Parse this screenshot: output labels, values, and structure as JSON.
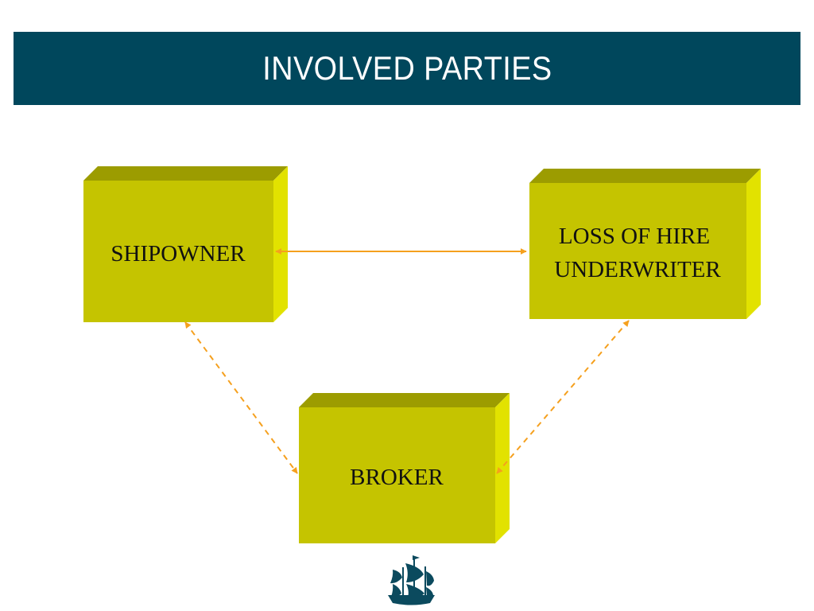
{
  "slide": {
    "title": "INVOLVED PARTIES"
  },
  "nodes": {
    "shipowner": {
      "label": "SHIPOWNER"
    },
    "underwriter": {
      "label_line1": "LOSS OF HIRE",
      "label_line2": "UNDERWRITER"
    },
    "broker": {
      "label": "BROKER"
    }
  },
  "colors": {
    "title_bar": "#00475c",
    "box_front": "#c5c400",
    "box_top": "#9c9c00",
    "box_side": "#e2e200",
    "connector": "#f5a01e",
    "logo": "#0b4a5e"
  },
  "icons": {
    "logo": "sailing-ship-icon"
  }
}
